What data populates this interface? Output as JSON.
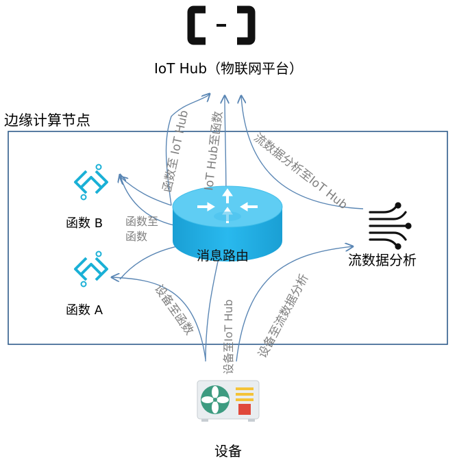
{
  "hub": {
    "title": "IoT Hub（物联网平台）",
    "icon": "cloud-bracket-logo-icon"
  },
  "edge": {
    "label": "边缘计算节点"
  },
  "router": {
    "label": "消息路由",
    "icon": "router-arrows-icon"
  },
  "functionB": {
    "label": "函数 B",
    "icon": "function-hex-icon"
  },
  "functionA": {
    "label": "函数 A",
    "icon": "function-hex-icon"
  },
  "stream": {
    "label": "流数据分析",
    "icon": "stream-analytics-icon"
  },
  "device": {
    "label": "设备",
    "icon": "air-conditioner-icon"
  },
  "flows": {
    "func_to_hub": "函数至 IoT Hub",
    "hub_to_func": "IoT Hub至函数",
    "stream_to_hub": "流数据分析至IoT Hub",
    "func_to_func": [
      "函数至",
      "函数"
    ],
    "device_to_func": "设备至函数",
    "device_to_hub": "设备至IoT Hub",
    "device_to_stream": "设备至流数据分析"
  },
  "colors": {
    "router_blue": "#1fb3ea",
    "router_top": "#5fcdf3",
    "icon_teal": "#1ab0d6",
    "line_blue": "#5a86b4",
    "frame_blue": "#2e5c8a",
    "flow_text": "#7f7f7f"
  }
}
